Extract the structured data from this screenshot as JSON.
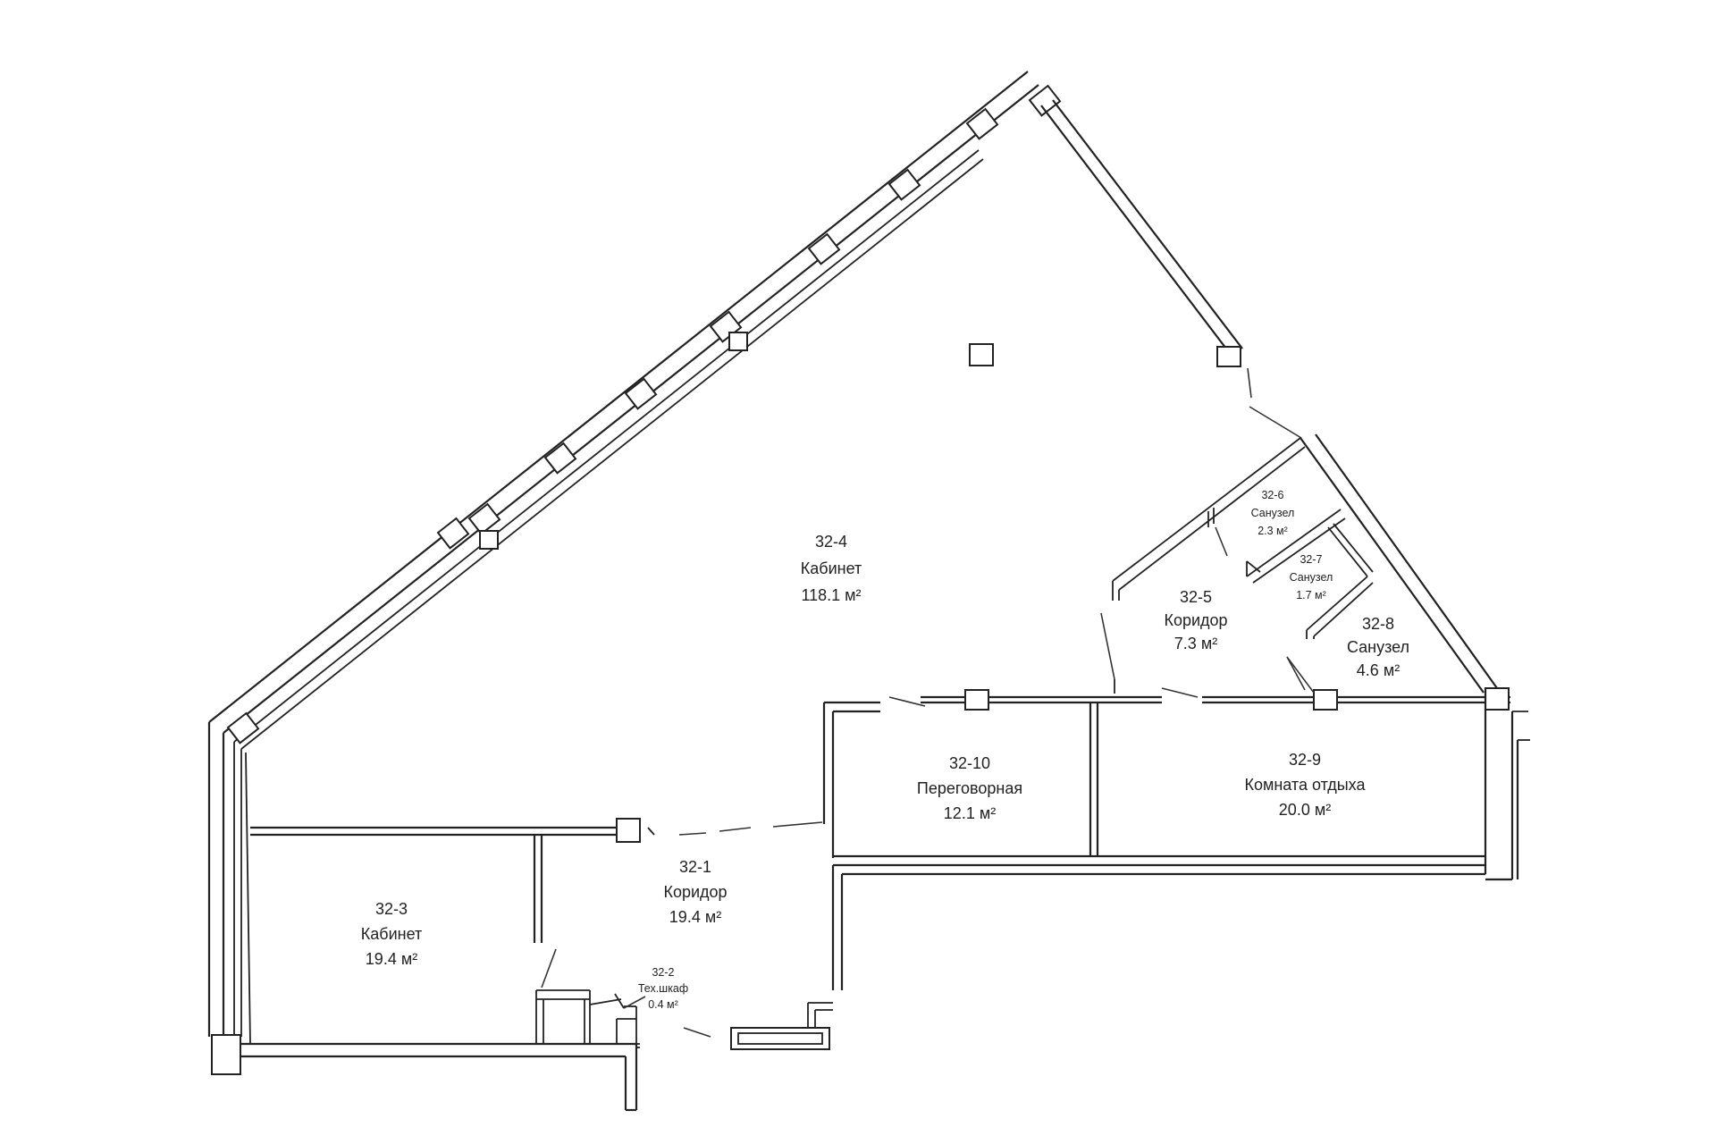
{
  "rooms": [
    {
      "id": "r-32-4",
      "number": "32-4",
      "name": "Кабинет",
      "area": "118.1 м²"
    },
    {
      "id": "r-32-5",
      "number": "32-5",
      "name": "Коридор",
      "area": "7.3 м²"
    },
    {
      "id": "r-32-6",
      "number": "32-6",
      "name": "Санузел",
      "area": "2.3 м²"
    },
    {
      "id": "r-32-7",
      "number": "32-7",
      "name": "Санузел",
      "area": "1.7 м²"
    },
    {
      "id": "r-32-8",
      "number": "32-8",
      "name": "Санузел",
      "area": "4.6 м²"
    },
    {
      "id": "r-32-10",
      "number": "32-10",
      "name": "Переговорная",
      "area": "12.1 м²"
    },
    {
      "id": "r-32-9",
      "number": "32-9",
      "name": "Комната отдыха",
      "area": "20.0 м²"
    },
    {
      "id": "r-32-1",
      "number": "32-1",
      "name": "Коридор",
      "area": "19.4 м²"
    },
    {
      "id": "r-32-3",
      "number": "32-3",
      "name": "Кабинет",
      "area": "19.4 м²"
    },
    {
      "id": "r-32-2",
      "number": "32-2",
      "name": "Тех.шкаф",
      "area": "0.4 м²"
    }
  ]
}
